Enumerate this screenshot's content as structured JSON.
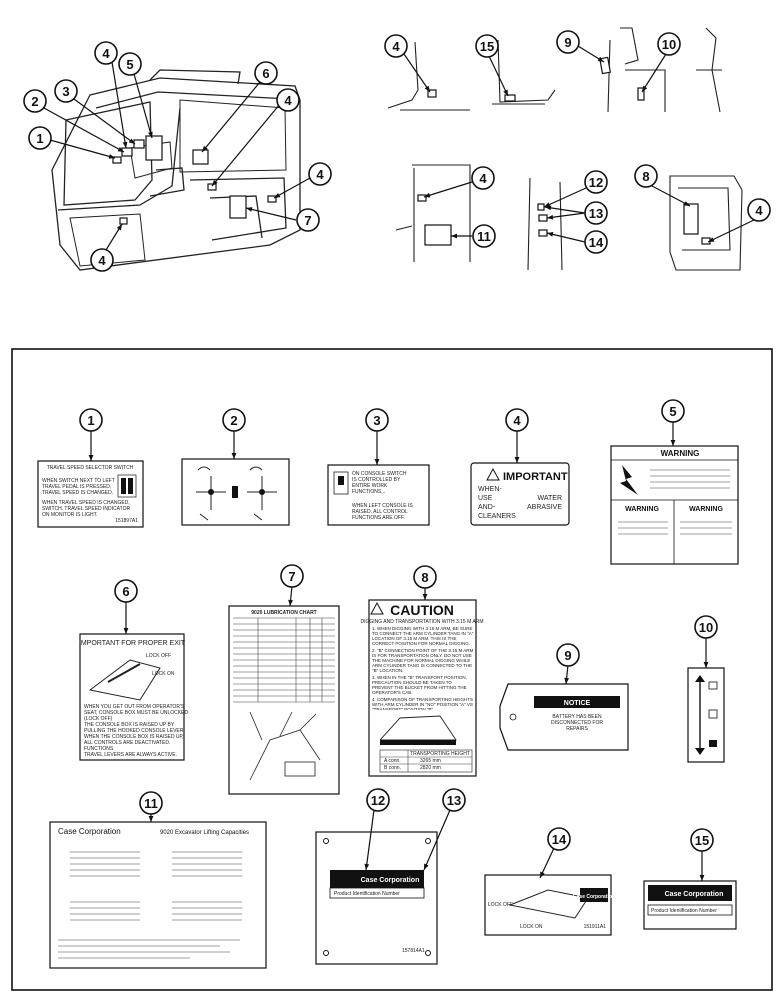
{
  "callout_labels": [
    "1",
    "2",
    "3",
    "4",
    "5",
    "6",
    "7",
    "8",
    "9",
    "10",
    "11",
    "12",
    "13",
    "14",
    "15"
  ],
  "decals": {
    "d1": {
      "lines": [
        "TRAVEL SPEED SELECTOR SWITCH",
        "WHEN SWITCH NEXT TO LEFT",
        "TRAVEL PEDAL IS PRESSED,",
        "TRAVEL SPEED IS CHANGED.",
        "WHEN TRAVEL SPEED IS CHANGED,",
        "SWITCH. TRAVEL SPEED INDICATOR",
        "ON MONITOR IS LIGHT."
      ],
      "footer": "151897A1"
    },
    "d3": {
      "lines": [
        "ON CONSOLE SWITCH",
        "IS CONTROLLED BY",
        "ENTIRE WORK",
        "FUNCTIONS...",
        "WHEN LEFT CONSOLE IS",
        "RAISED, ALL CONTROL",
        "FUNCTIONS ARE OFF."
      ]
    },
    "d4": {
      "title": "IMPORTANT",
      "rows": [
        [
          "WHEN-",
          "USE",
          "AND-",
          "CLEANERS"
        ],
        [
          "",
          "WATER",
          "ABRASIVE",
          ""
        ]
      ]
    },
    "d5": {
      "warning": "WARNING"
    },
    "d6": {
      "title": "IMPORTANT FOR PROPER EXIT",
      "lock_off": "LOCK OFF",
      "lock_on": "LOCK ON",
      "lines": [
        "WHEN YOU GET OUT FROM OPERATOR'S",
        "SEAT, CONSOLE BOX MUST BE UNLOCKED",
        "(LOCK OFF)",
        "THE CONSOLE BOX IS RAISED UP BY",
        "PULLING THE HOOKED CONSOLE LEVER.",
        "WHEN THE CONSOLE BOX IS RAISED UP,",
        "ALL CONTROLS ARE DEACTIVATED.",
        "FUNCTIONS",
        "TRAVEL LEVERS ARE ALWAYS ACTIVE."
      ]
    },
    "d7": {
      "title": "9020 LUBRICATION CHART"
    },
    "d8": {
      "title": "CAUTION",
      "subtitle": "DIGGING AND TRANSPORTATION WITH 3.15 M ARM",
      "paragraphs": [
        "1. WHEN DIGGING WITH 3.15 M ARM, BE SURE TO CONNECT THE ARM CYLINDER TANG IN \"A\" LOCATION OF 3.15 M ARM. THIS IS THE CORRECT POSITION FOR NORMAL DIGGING.",
        "2. \"B\" CONNECTION POINT OF THE 3.15 M ARM IS FOR TRANSPORTATION ONLY. DO NOT USE THE MACHINE FOR NORMAL DIGGING WHILE ARM CYLINDER TANG IS CONNECTED TO THE \"B\" LOCATION.",
        "3. WHEN IN THE \"B\" TRANSPORT POSITION, PRECAUTION SHOULD BE TAKEN TO PREVENT THE BUCKET FROM HITTING THE OPERATOR'S CAB.",
        "4. COMPARISON OF TRANSPORTING HEIGHTS WITH ARM CYLINDER IN \"NO\" POSITION \"A\" VS \"TRANSPORT\" POSITION \"B\"."
      ],
      "table_header": "TRANSPORTING HEIGHT",
      "rows": [
        [
          "A  conn.",
          "3265 mm"
        ],
        [
          "B  conn.",
          "2820 mm"
        ]
      ]
    },
    "d9": {
      "notice": "NOTICE",
      "lines": [
        "BATTERY HAS BEEN",
        "DISCONNECTED FOR",
        "REPAIRS"
      ]
    },
    "d11": {
      "company": "Case Corporation",
      "title": "9020 Excavator Lifting Capacities"
    },
    "d12": {
      "company": "Case Corporation",
      "serial_label": "Product Identification Number",
      "footer": "157814A1"
    },
    "d14": {
      "lock_off": "LOCK OFF",
      "lock_on": "LOCK ON",
      "footer": "151911A1",
      "company": "Case Corporation"
    },
    "d15": {
      "company": "Case Corporation",
      "serial_label": "Product Identification Number"
    }
  }
}
